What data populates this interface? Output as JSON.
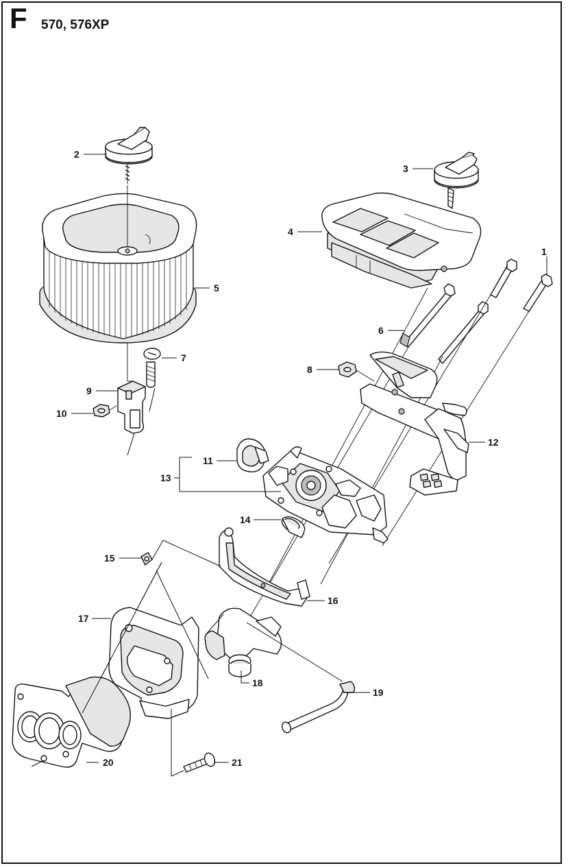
{
  "header": {
    "section_letter": "F",
    "models": "570, 576XP"
  },
  "callouts": [
    {
      "id": "1",
      "text": "1"
    },
    {
      "id": "2",
      "text": "2"
    },
    {
      "id": "3",
      "text": "3"
    },
    {
      "id": "4",
      "text": "4"
    },
    {
      "id": "5",
      "text": "5"
    },
    {
      "id": "6",
      "text": "6"
    },
    {
      "id": "7",
      "text": "7"
    },
    {
      "id": "8",
      "text": "8"
    },
    {
      "id": "9",
      "text": "9"
    },
    {
      "id": "10",
      "text": "10"
    },
    {
      "id": "11",
      "text": "11"
    },
    {
      "id": "12",
      "text": "12"
    },
    {
      "id": "13",
      "text": "13"
    },
    {
      "id": "14",
      "text": "14"
    },
    {
      "id": "15",
      "text": "15"
    },
    {
      "id": "16",
      "text": "16"
    },
    {
      "id": "17",
      "text": "17"
    },
    {
      "id": "18",
      "text": "18"
    },
    {
      "id": "19",
      "text": "19"
    },
    {
      "id": "20",
      "text": "20"
    },
    {
      "id": "21",
      "text": "21"
    }
  ]
}
